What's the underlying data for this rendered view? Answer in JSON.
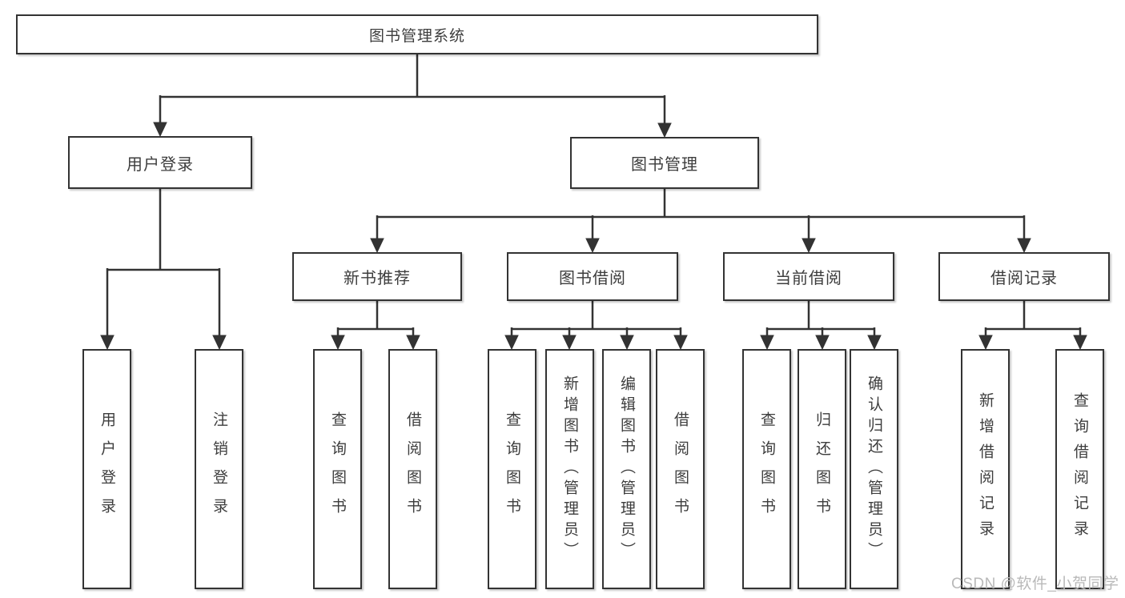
{
  "diagram": {
    "root": {
      "label": "图书管理系统"
    },
    "branches": [
      {
        "label": "用户登录",
        "children": [
          {
            "label": "用户登录"
          },
          {
            "label": "注销登录"
          }
        ]
      },
      {
        "label": "图书管理",
        "children": [
          {
            "label": "新书推荐",
            "children": [
              {
                "label": "查询图书"
              },
              {
                "label": "借阅图书"
              }
            ]
          },
          {
            "label": "图书借阅",
            "children": [
              {
                "label": "查询图书"
              },
              {
                "label": "新增图书（管理员）"
              },
              {
                "label": "编辑图书（管理员）"
              },
              {
                "label": "借阅图书"
              }
            ]
          },
          {
            "label": "当前借阅",
            "children": [
              {
                "label": "查询图书"
              },
              {
                "label": "归还图书"
              },
              {
                "label": "确认归还（管理员）"
              }
            ]
          },
          {
            "label": "借阅记录",
            "children": [
              {
                "label": "新增借阅记录"
              },
              {
                "label": "查询借阅记录"
              }
            ]
          }
        ]
      }
    ]
  },
  "watermark": "CSDN @软件_小贺同学",
  "colors": {
    "line": "#333333",
    "box_border": "#333333",
    "text": "#3d3d3d",
    "watermark": "#b9b9b9",
    "background": "#ffffff"
  }
}
